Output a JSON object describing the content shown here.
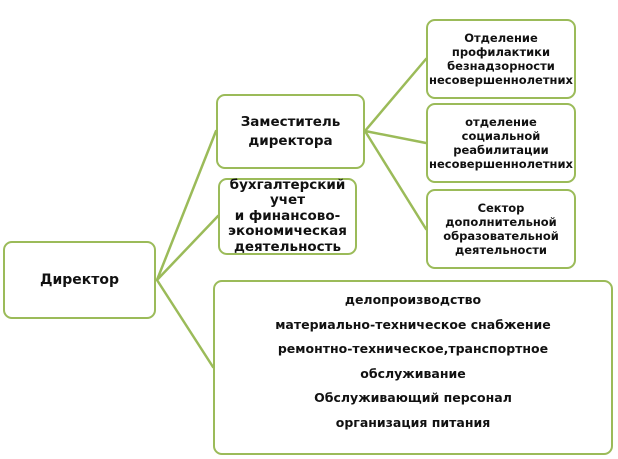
{
  "colors": {
    "border": "#9bbb59",
    "connector": "#9bbb59"
  },
  "director": {
    "label": "Директор"
  },
  "deputy": {
    "lines": [
      "Заместитель",
      "директора"
    ]
  },
  "accounting": {
    "lines": [
      "бухгалтерский учет",
      "и финансово-",
      "экономическая",
      "деятельность"
    ]
  },
  "departments": [
    {
      "lines": [
        "Отделение",
        "профилактики",
        "безнадзорности",
        "несовершеннолетних"
      ]
    },
    {
      "lines": [
        "отделение",
        "социальной",
        "реабилитации",
        "несовершеннолетних"
      ]
    },
    {
      "lines": [
        "Сектор",
        "дополнительной",
        "образовательной",
        "деятельности"
      ]
    }
  ],
  "services": {
    "lines": [
      "делопроизводство",
      "материально-техническое снабжение",
      "ремонтно-техническое,транспортное",
      "обслуживание",
      "Обслуживающий персонал",
      "организация питания"
    ]
  }
}
